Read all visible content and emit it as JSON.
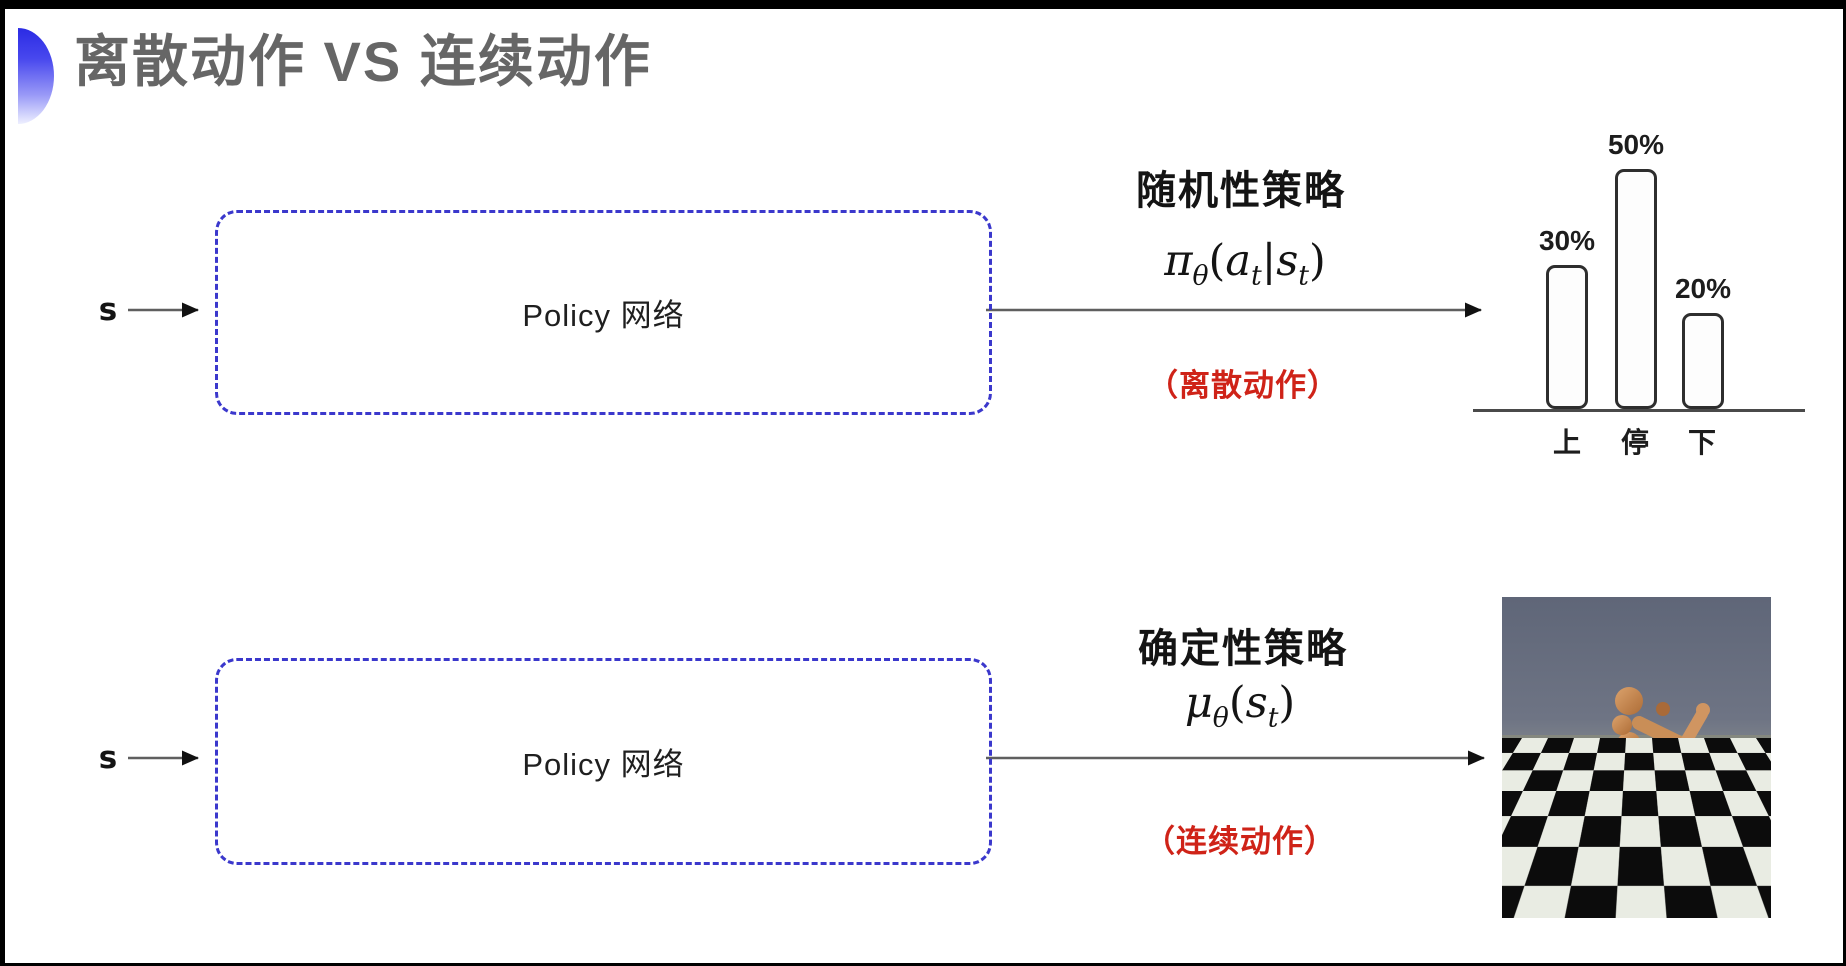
{
  "slide_title": "离散动作 VS 连续动作",
  "diagram": {
    "rows": [
      {
        "input_label": "s",
        "box_label": "Policy 网络",
        "policy_type": "随机性策略",
        "formula": [
          "π",
          "θ",
          "(",
          "a",
          "t",
          "|",
          "s",
          "t",
          ")"
        ],
        "action_note": "（离散动作）"
      },
      {
        "input_label": "s",
        "box_label": "Policy 网络",
        "policy_type": "确定性策略",
        "formula": [
          "μ",
          "θ",
          "(",
          "s",
          "t",
          ")"
        ],
        "action_note": "（连续动作）"
      }
    ]
  },
  "chart_data": {
    "type": "bar",
    "categories": [
      "上",
      "停",
      "下"
    ],
    "values": [
      30,
      50,
      20
    ],
    "value_labels": [
      "30%",
      "50%",
      "20%"
    ],
    "title": "",
    "xlabel": "",
    "ylabel": "",
    "ylim": [
      0,
      55
    ],
    "grid": false,
    "legend": false,
    "bar_style": "white-fill-dark-outline-rounded"
  },
  "illustration": {
    "name": "mujoco-humanoid-on-checkerboard"
  },
  "colors": {
    "dashed_box": "#3b38cc",
    "title_gray": "#666666",
    "note_red": "#cf2318",
    "bullet_blue": "#2b2be4",
    "text_dark": "#141414",
    "arrow_gray": "#5f5f5f"
  }
}
